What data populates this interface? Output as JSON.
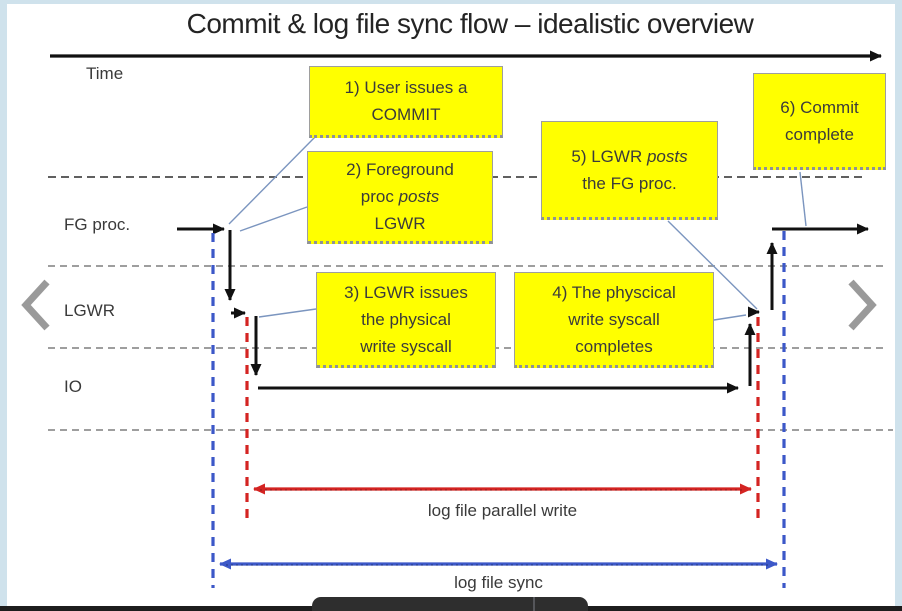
{
  "slide": {
    "title": "Commit & log file sync flow – idealistic overview",
    "time_axis_label": "Time",
    "lanes": [
      {
        "label": "FG proc."
      },
      {
        "label": "LGWR"
      },
      {
        "label": "IO"
      }
    ],
    "callouts": {
      "c1": {
        "line1": "1) User issues a",
        "line2": "COMMIT"
      },
      "c2": {
        "line1": "2) Foreground",
        "line2_pre": "proc ",
        "line2_em": "posts",
        "line3": "LGWR"
      },
      "c3": {
        "line1": "3) LGWR issues",
        "line2": "the physical",
        "line3": "write syscall"
      },
      "c4": {
        "line1": "4) The physcical",
        "line2": "write syscall",
        "line3": "completes"
      },
      "c5": {
        "line1_pre": "5) LGWR ",
        "line1_em": "posts",
        "line2": "the FG proc."
      },
      "c6": {
        "line1": "6) Commit",
        "line2": "complete"
      }
    },
    "measures": {
      "parallel_write": "log file parallel write",
      "sync": "log file sync"
    }
  },
  "colors": {
    "callout_bg": "#ffff00",
    "parallel_write_red": "#d42422",
    "sync_blue": "#3c58c8",
    "flow_black": "#111111",
    "connector_blue": "#7b95bf",
    "nav_chevron_gray": "#9a9a9a"
  }
}
